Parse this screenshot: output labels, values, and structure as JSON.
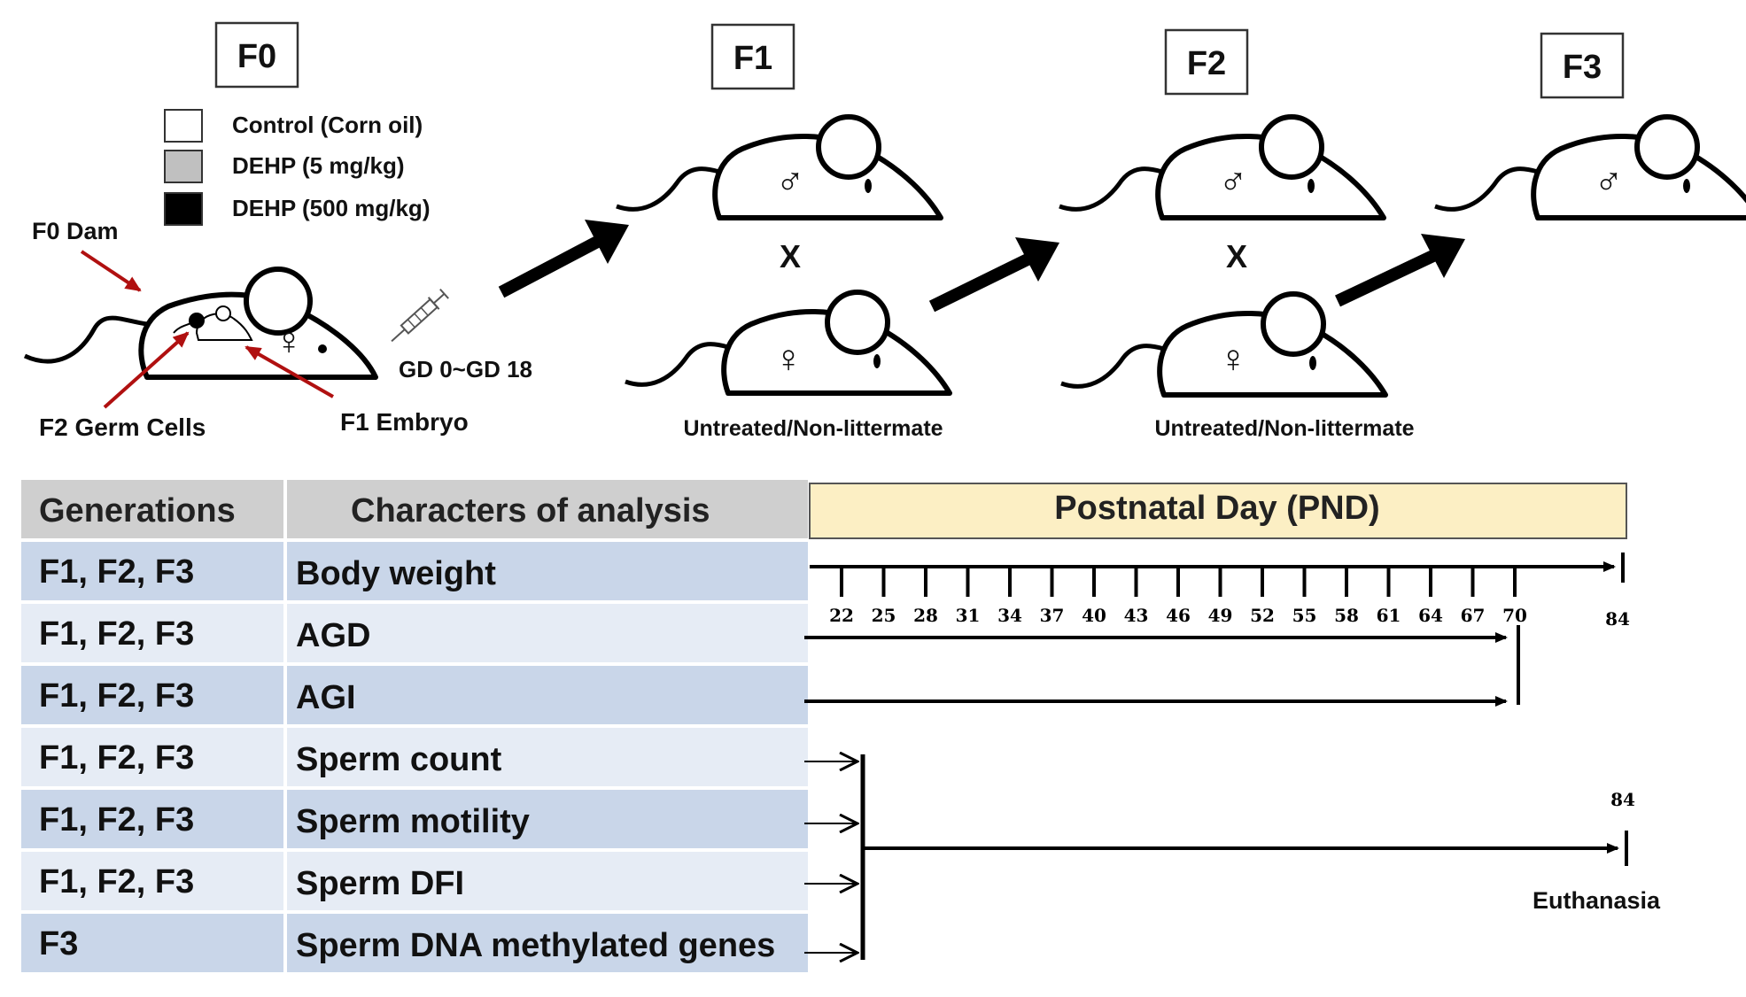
{
  "generations": {
    "f0": "F0",
    "f1": "F1",
    "f2": "F2",
    "f3": "F3"
  },
  "legend": [
    {
      "label": "Control (Corn oil)",
      "color": "#ffffff"
    },
    {
      "label": "DEHP (5 mg/kg)",
      "color": "#c0c0c0"
    },
    {
      "label": "DEHP (500 mg/kg)",
      "color": "#000000"
    }
  ],
  "labels": {
    "f0_dam": "F0 Dam",
    "f2_germ_cells": "F2 Germ Cells",
    "f1_embryo": "F1 Embryo",
    "dosing_period": "GD 0~GD 18",
    "cross": "X",
    "mate_f1": "Untreated/Non-littermate",
    "mate_f2": "Untreated/Non-littermate",
    "male_symbol": "♂",
    "female_symbol": "♀"
  },
  "table": {
    "headers": [
      "Generations",
      "Characters of analysis",
      "Postnatal Day (PND)"
    ],
    "rows": [
      {
        "generations": "F1, F2, F3",
        "analysis": "Body weight"
      },
      {
        "generations": "F1, F2, F3",
        "analysis": "AGD"
      },
      {
        "generations": "F1, F2, F3",
        "analysis": "AGI"
      },
      {
        "generations": "F1, F2, F3",
        "analysis": "Sperm count"
      },
      {
        "generations": "F1, F2, F3",
        "analysis": "Sperm motility"
      },
      {
        "generations": "F1, F2, F3",
        "analysis": "Sperm DFI"
      },
      {
        "generations": "F3",
        "analysis": "Sperm DNA  methylated genes"
      }
    ]
  },
  "timeline": {
    "pnd_ticks": [
      22,
      25,
      28,
      31,
      34,
      37,
      40,
      43,
      46,
      49,
      52,
      55,
      58,
      61,
      64,
      67,
      70
    ],
    "pnd_end": 84,
    "euthanasia_day": "84",
    "euthanasia_label": "Euthanasia"
  }
}
